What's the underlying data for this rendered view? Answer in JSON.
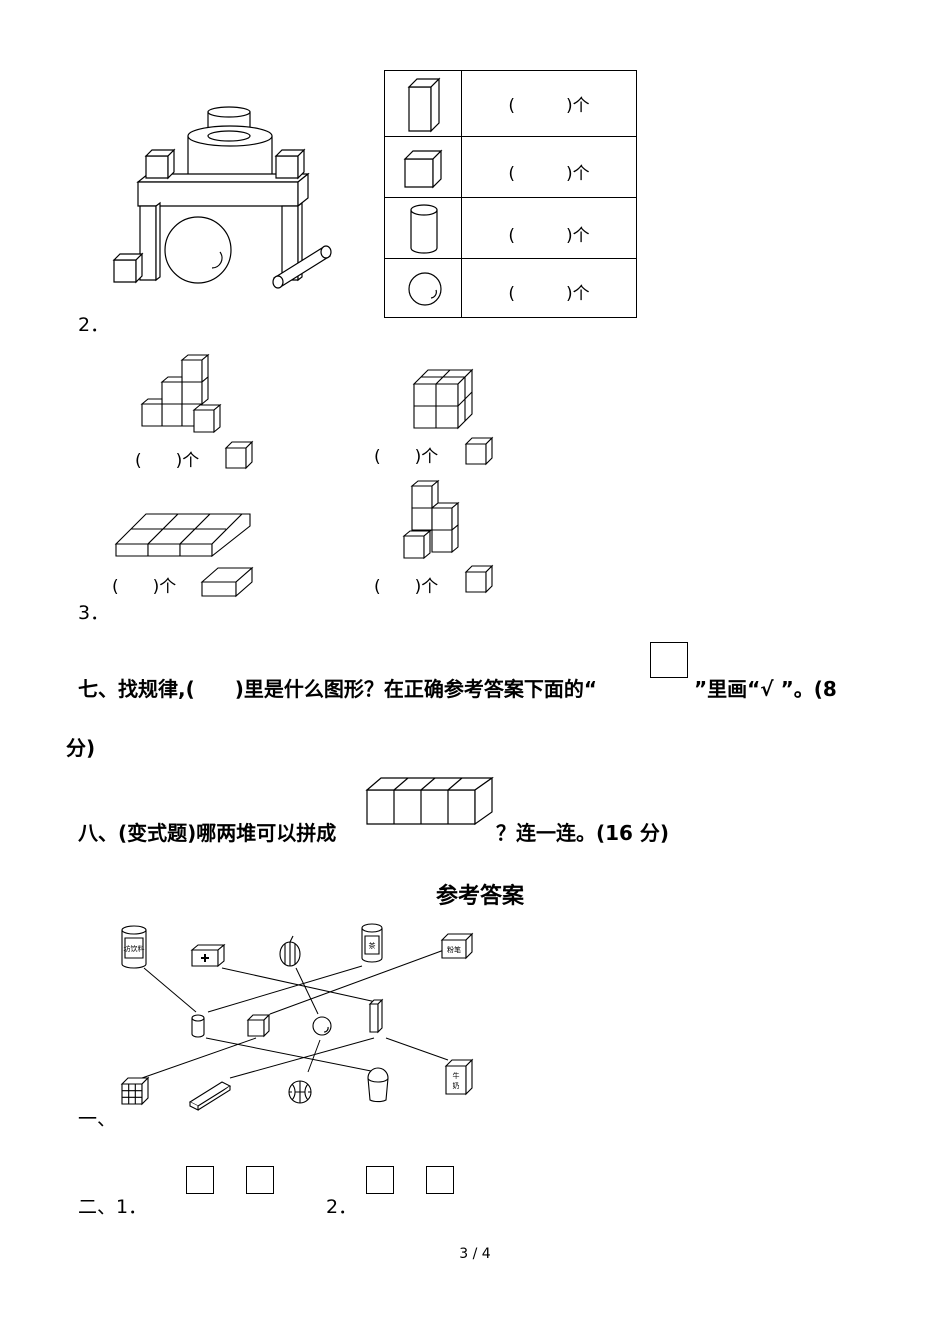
{
  "sections": {
    "q2_number": "2．",
    "q3_number": "3．",
    "q7_line1": "七、找规律,(　　)里是什么图形？在正确参考答案下面的“",
    "q7_line1_end": "”里画“√ ”。(8",
    "q7_line2": "分)",
    "q8_start": "八、(变式题)哪两堆可以拼成",
    "q8_end": "？连一连。(16 分)"
  },
  "count_table": {
    "rows": [
      {
        "shape": "cuboid-icon",
        "blank": "(　　　)个"
      },
      {
        "shape": "cube-icon",
        "blank": "(　　　)个"
      },
      {
        "shape": "cylinder-icon",
        "blank": "(　　　)个"
      },
      {
        "shape": "sphere-icon",
        "blank": "(　　　)个"
      }
    ]
  },
  "cube_counts": [
    {
      "blank": "(　　)个"
    },
    {
      "blank": "(　　)个"
    },
    {
      "blank": "(　　)个"
    },
    {
      "blank": "(　　)个"
    }
  ],
  "answers": {
    "title": "参考答案",
    "part1_label": "一、",
    "part2_label": "二、1．",
    "part2_item2": "2．",
    "labels": {
      "can_text": "坊饮料",
      "tea_text": "茶",
      "chalk_text": "粉笔",
      "milk_text": "牛奶"
    }
  },
  "page_number": "3 / 4"
}
